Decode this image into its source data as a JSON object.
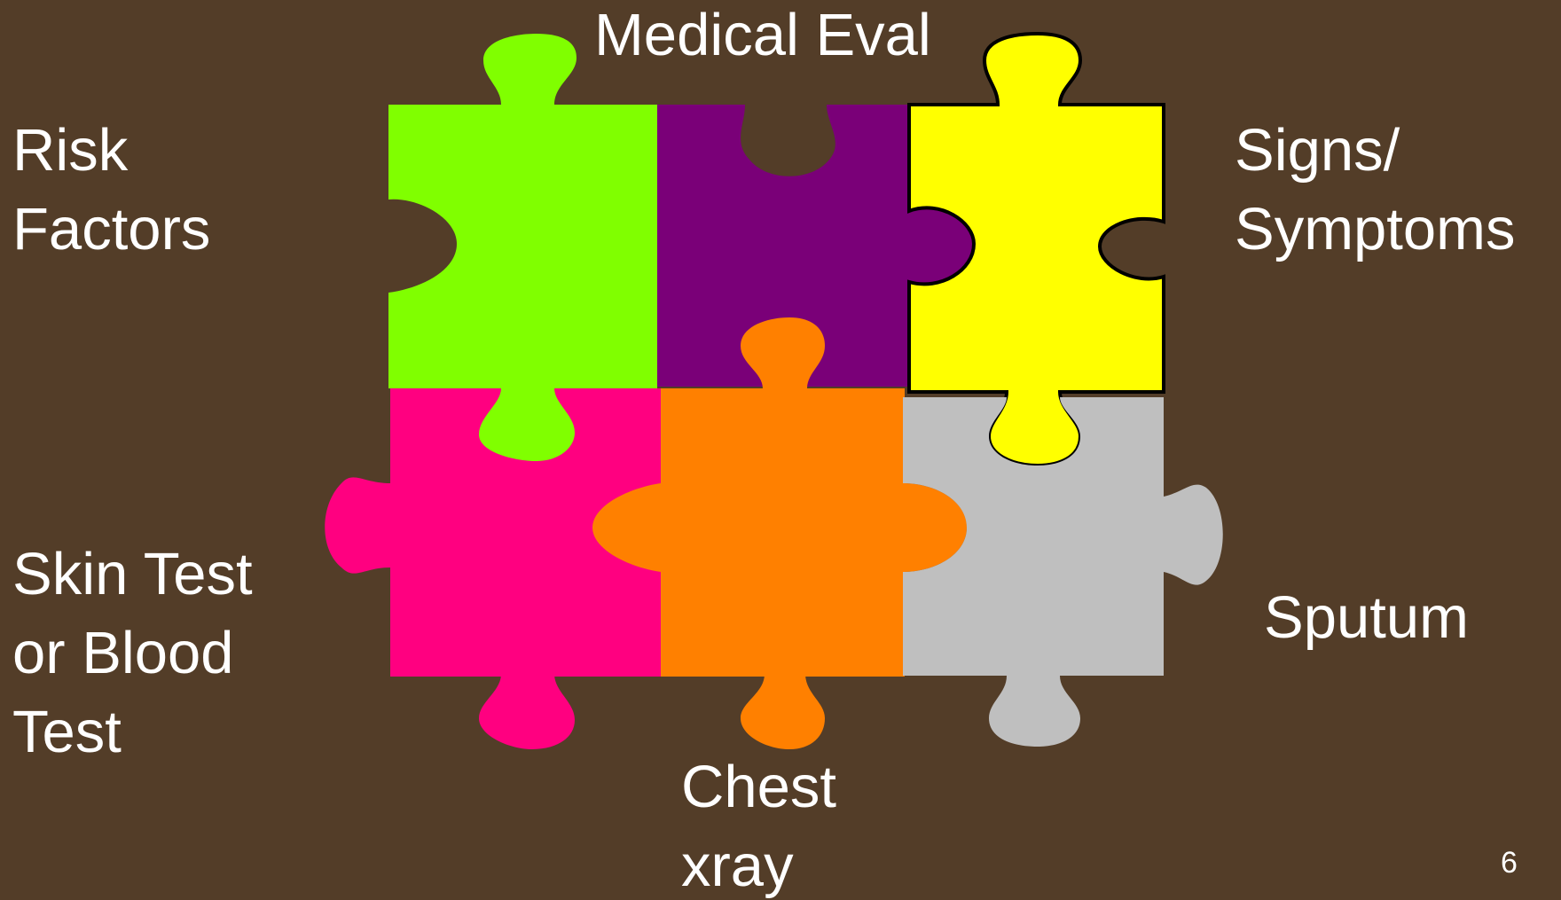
{
  "slide": {
    "background_color": "#533d28",
    "page_number": "6"
  },
  "labels": {
    "medical_eval": [
      "Medical Eval"
    ],
    "risk_factors": [
      "Risk",
      "Factors"
    ],
    "signs_symptoms": [
      "Signs/",
      "Symptoms"
    ],
    "skin_test": [
      "Skin Test",
      "or Blood",
      "Test"
    ],
    "sputum": [
      "Sputum"
    ],
    "chest_xray": [
      "Chest",
      "xray"
    ]
  },
  "puzzle": {
    "pieces": [
      {
        "name": "green",
        "color": "#80ff00"
      },
      {
        "name": "purple",
        "color": "#7a0078"
      },
      {
        "name": "yellow",
        "color": "#ffff00"
      },
      {
        "name": "magenta",
        "color": "#ff0080"
      },
      {
        "name": "orange",
        "color": "#ff8000"
      },
      {
        "name": "gray",
        "color": "#bfbfbf"
      }
    ]
  }
}
